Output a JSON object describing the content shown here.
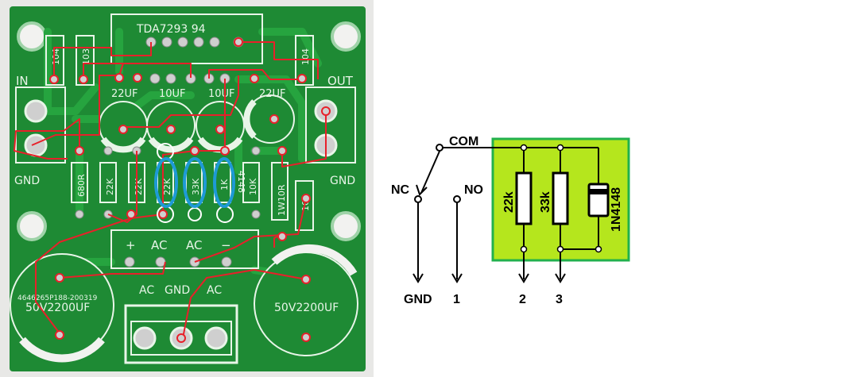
{
  "pcb": {
    "chip_label": "TDA7293 94",
    "cap_labels": {
      "c1": "104",
      "c2": "103",
      "c3": "104",
      "c4": "104"
    },
    "elec_caps": {
      "e1": "22UF",
      "e2": "10UF",
      "e3": "10UF",
      "e4": "22UF"
    },
    "resistors": {
      "r1": "680R",
      "r2": "22K",
      "r3": "22K",
      "r4": "22K",
      "r5": "33K",
      "r6": "1K",
      "r7": "10K",
      "r8": "1W10R"
    },
    "diode_label": "4148",
    "io": {
      "in": "IN",
      "out": "OUT",
      "gnd_left": "GND",
      "gnd_right": "GND"
    },
    "power_header": {
      "plus": "+",
      "ac1": "AC",
      "ac2": "AC",
      "minus": "−"
    },
    "terminal": {
      "ac1": "AC",
      "gnd": "GND",
      "ac2": "AC"
    },
    "big_caps": {
      "left_code": "4646265P188-200319",
      "left_value": "50V2200UF",
      "right_value": "50V2200UF"
    },
    "colors": {
      "board": "#1e8a34",
      "trace": "#26a43f",
      "silk": "#e8f5e8",
      "jumper": "#e8202a",
      "highlight_blue": "#1e9ad6",
      "pad": "#d9d9d9"
    }
  },
  "schematic": {
    "labels": {
      "com": "COM",
      "nc": "NC",
      "no": "NO"
    },
    "components": {
      "r1": "22k",
      "r2": "33k",
      "diode": "1N4148"
    },
    "pins": {
      "gnd": "GND",
      "p1": "1",
      "p2": "2",
      "p3": "3"
    },
    "colors": {
      "box_fill": "#b5e61d",
      "box_border": "#22b14c",
      "line": "#000000"
    }
  }
}
